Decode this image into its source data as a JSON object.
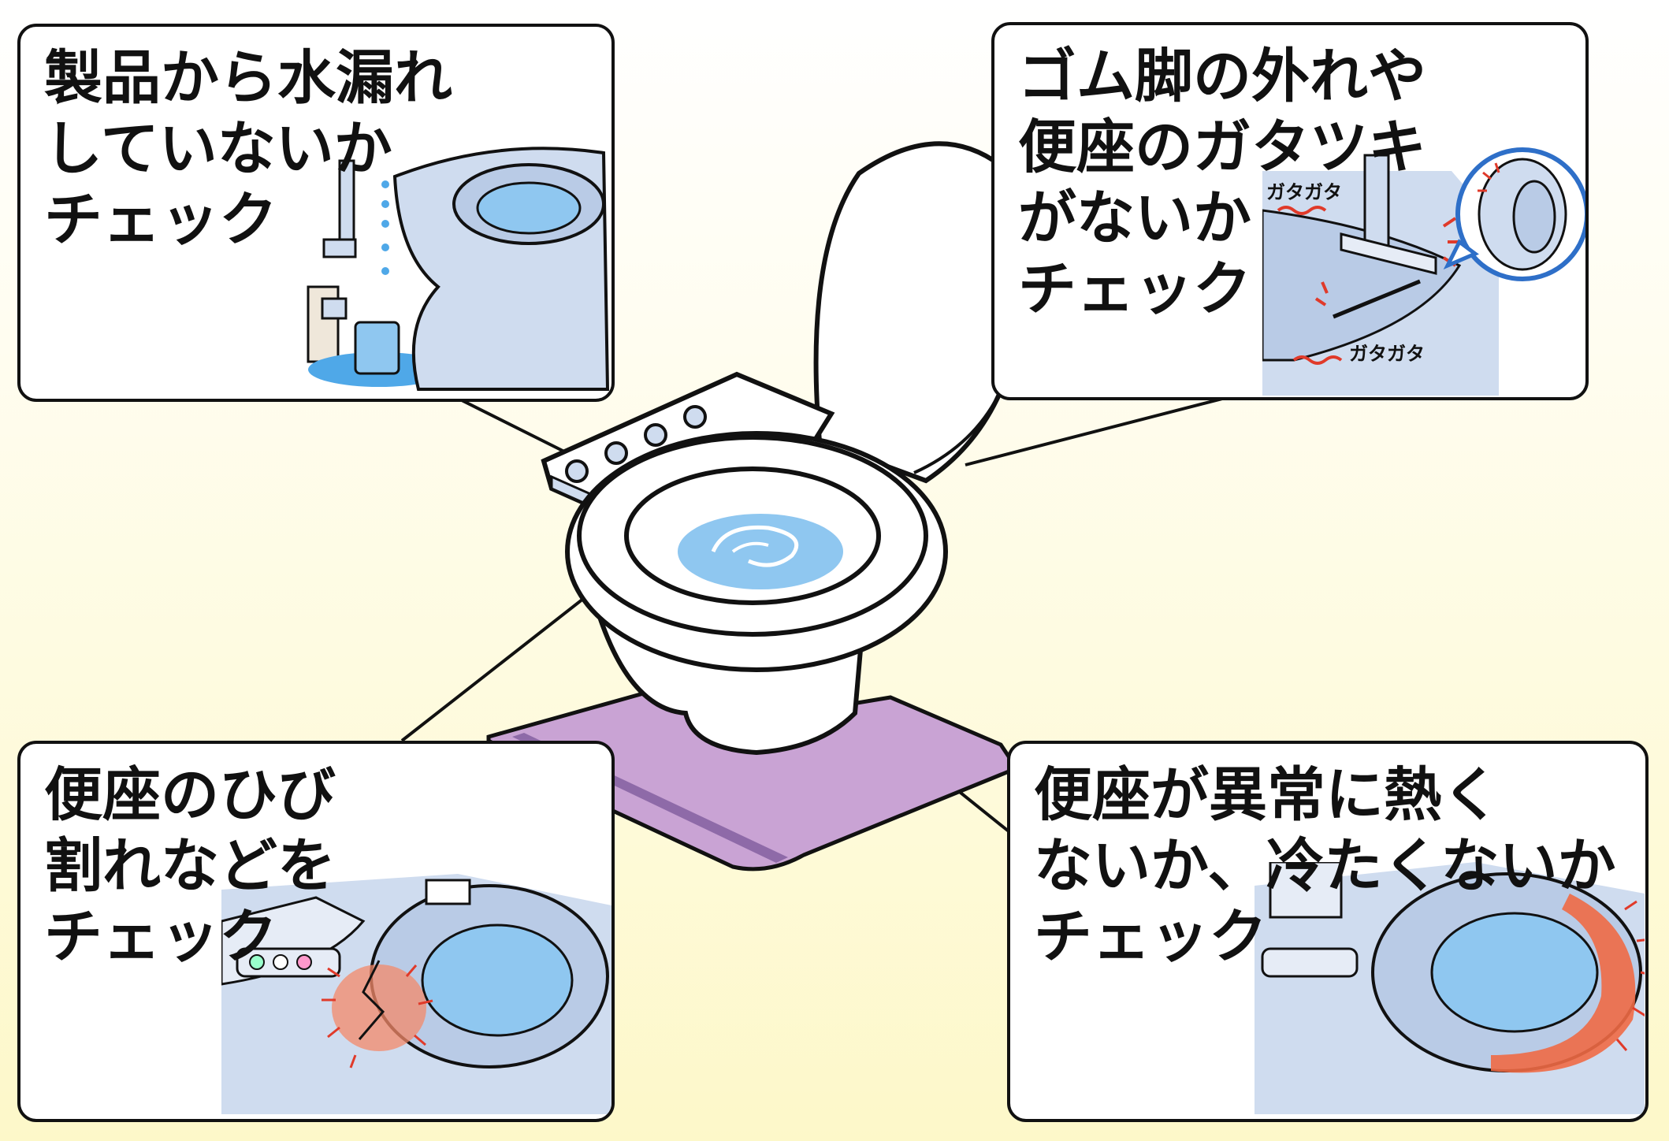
{
  "callouts": {
    "leak": {
      "lines": [
        "製品から水漏れ",
        "していないか",
        "チェック"
      ]
    },
    "rattle": {
      "lines": [
        "ゴム脚の外れや",
        "便座のガタツキ",
        "がないか",
        "チェック"
      ],
      "sound_labels": [
        "ガタガタ",
        "ガタガタ"
      ]
    },
    "crack": {
      "lines": [
        "便座のひび",
        "割れなどを",
        "チェック"
      ]
    },
    "heat": {
      "lines": [
        "便座が異常に熱く",
        "ないか、冷たくないか",
        "チェック"
      ]
    }
  },
  "colors": {
    "toilet_fill": "#ffffff",
    "detail_fill": "#cfdcef",
    "water": "#8fc7f0",
    "mat": "#c9a3d4",
    "mat_stripe": "#8e6aa8",
    "warning_red": "#e03a2a",
    "outline": "#111111"
  }
}
